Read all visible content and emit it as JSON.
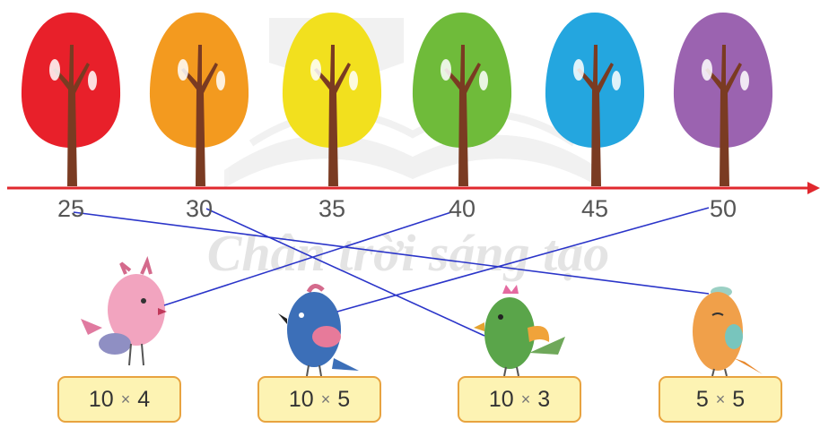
{
  "number_line": {
    "labels": [
      "25",
      "30",
      "35",
      "40",
      "45",
      "50"
    ],
    "line_color": "#e0282e"
  },
  "trees": [
    {
      "color": "#e8202a",
      "number": "25"
    },
    {
      "color": "#f39a1f",
      "number": "30"
    },
    {
      "color": "#f2e01e",
      "number": "35"
    },
    {
      "color": "#6fbb3a",
      "number": "40"
    },
    {
      "color": "#24a6df",
      "number": "45"
    },
    {
      "color": "#9b63b0",
      "number": "50"
    }
  ],
  "cards": [
    {
      "a": "10",
      "op": "×",
      "b": "4",
      "bird": "pink-bird"
    },
    {
      "a": "10",
      "op": "×",
      "b": "5",
      "bird": "blue-bird"
    },
    {
      "a": "10",
      "op": "×",
      "b": "3",
      "bird": "green-bird"
    },
    {
      "a": "5",
      "op": "×",
      "b": "5",
      "bird": "orange-bird"
    }
  ],
  "connections": [
    {
      "from": "25",
      "to": "5 × 5"
    },
    {
      "from": "30",
      "to": "10 × 3"
    },
    {
      "from": "40",
      "to": "10 × 4"
    },
    {
      "from": "50",
      "to": "10 × 5"
    }
  ],
  "watermark": "Chân trời sáng tạo",
  "colors": {
    "line": "#2b35c9",
    "card_bg": "#fdf3b3",
    "card_border": "#e8a33f",
    "trunk": "#7a3b22"
  }
}
